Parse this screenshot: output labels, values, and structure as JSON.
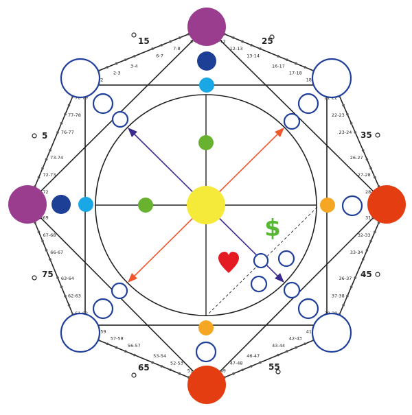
{
  "colors": {
    "line": "#222222",
    "ring_blue": "#1f3f9a",
    "purple": "#9b3d8f",
    "dark_blue": "#1d3f95",
    "cyan": "#19a7e6",
    "green": "#69b22f",
    "yellow": "#f5ea39",
    "orange": "#f5a623",
    "red_orange": "#e43d12",
    "arrow_orange": "#f0552b",
    "arrow_purple": "#3b2b8c",
    "dollar_green": "#58b833",
    "heart_red": "#e51b23"
  },
  "symbols": {
    "dollar": "$"
  },
  "icons": {
    "heart": "heart-icon",
    "dollar": "dollar-sign"
  },
  "big_ages": {
    "a5": "5",
    "a15": "15",
    "a25": "25",
    "a35": "35",
    "a45": "45",
    "a55": "55",
    "a65": "65",
    "a75": "75"
  },
  "edges": [
    [
      "11-12",
      "12-13",
      "13-14"
    ],
    [
      "16-17",
      "17-18",
      "18-19"
    ],
    [
      "21-22",
      "22-23",
      "23-24"
    ],
    [
      "26-27",
      "27-28",
      "28-29"
    ],
    [
      "31-32",
      "32-33",
      "33-34"
    ],
    [
      "36-37",
      "37-38",
      "38-39"
    ],
    [
      "41-42",
      "42-43",
      "43-44"
    ],
    [
      "46-47",
      "47-48",
      "48-49"
    ],
    [
      "51-52",
      "52-53",
      "53-54"
    ],
    [
      "56-57",
      "57-58",
      "58-59"
    ],
    [
      "61-62",
      "62-63",
      "63-64"
    ],
    [
      "66-67",
      "67-68",
      "68-69"
    ],
    [
      "71-72",
      "72-73",
      "73-74"
    ],
    [
      "76-77",
      "77-78",
      "78-79"
    ],
    [
      "1-2",
      "2-3",
      "3-4"
    ],
    [
      "6-7",
      "7-8",
      "8-9"
    ]
  ]
}
